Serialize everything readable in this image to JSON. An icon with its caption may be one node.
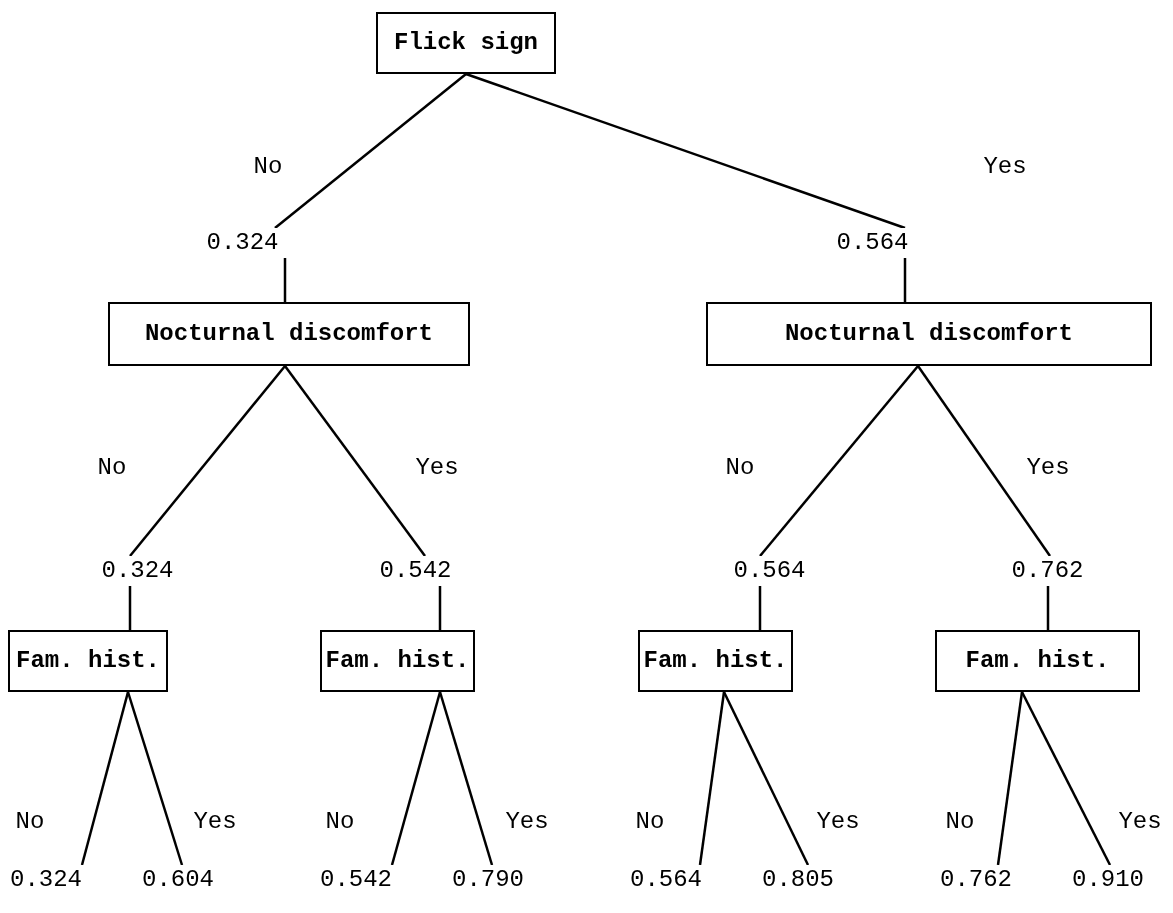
{
  "diagram": {
    "nodes": [
      {
        "text": [
          "Flick sign"
        ]
      },
      {
        "text": [
          "0.324"
        ]
      },
      {
        "text": [
          "0.564"
        ]
      },
      {
        "text": [
          "Nocturnal discomfort"
        ]
      },
      {
        "text": [
          "Nocturnal discomfort"
        ]
      },
      {
        "text": [
          "0.324"
        ]
      },
      {
        "text": [
          "0.542"
        ]
      },
      {
        "text": [
          "0.564"
        ]
      },
      {
        "text": [
          "0.762"
        ]
      },
      {
        "text": [
          "Fam. hist."
        ]
      },
      {
        "text": [
          "Fam. hist."
        ]
      },
      {
        "text": [
          "Fam. hist."
        ]
      },
      {
        "text": [
          "Fam. hist."
        ]
      },
      {
        "text": [
          "0.324"
        ]
      },
      {
        "text": [
          "0.604"
        ]
      },
      {
        "text": [
          "0.542"
        ]
      },
      {
        "text": [
          "0.790"
        ]
      },
      {
        "text": [
          "0.564"
        ]
      },
      {
        "text": [
          "0.805"
        ]
      },
      {
        "text": [
          "0.762"
        ]
      },
      {
        "text": [
          "0.910"
        ]
      }
    ],
    "edges": [
      {
        "from": 0,
        "to": 1,
        "arrow": "none",
        "label": "No"
      },
      {
        "from": 0,
        "to": 2,
        "arrow": "none",
        "label": "Yes"
      },
      {
        "from": 1,
        "to": 3,
        "arrow": "none"
      },
      {
        "from": 2,
        "to": 4,
        "arrow": "none"
      },
      {
        "from": 3,
        "to": 5,
        "arrow": "none",
        "label": "No"
      },
      {
        "from": 3,
        "to": 6,
        "arrow": "none",
        "label": "Yes"
      },
      {
        "from": 4,
        "to": 7,
        "arrow": "none",
        "label": "No"
      },
      {
        "from": 4,
        "to": 8,
        "arrow": "none",
        "label": "Yes"
      },
      {
        "from": 5,
        "to": 9,
        "arrow": "none"
      },
      {
        "from": 6,
        "to": 10,
        "arrow": "none"
      },
      {
        "from": 7,
        "to": 11,
        "arrow": "none"
      },
      {
        "from": 8,
        "to": 12,
        "arrow": "none"
      },
      {
        "from": 9,
        "to": 13,
        "arrow": "none",
        "label": "No"
      },
      {
        "from": 9,
        "to": 14,
        "arrow": "none",
        "label": "Yes"
      },
      {
        "from": 10,
        "to": 15,
        "arrow": "none",
        "label": "No"
      },
      {
        "from": 10,
        "to": 16,
        "arrow": "none",
        "label": "Yes"
      },
      {
        "from": 11,
        "to": 17,
        "arrow": "none",
        "label": "No"
      },
      {
        "from": 11,
        "to": 18,
        "arrow": "none",
        "label": "Yes"
      },
      {
        "from": 12,
        "to": 19,
        "arrow": "none",
        "label": "No"
      },
      {
        "from": 12,
        "to": 20,
        "arrow": "none",
        "label": "Yes"
      }
    ]
  }
}
